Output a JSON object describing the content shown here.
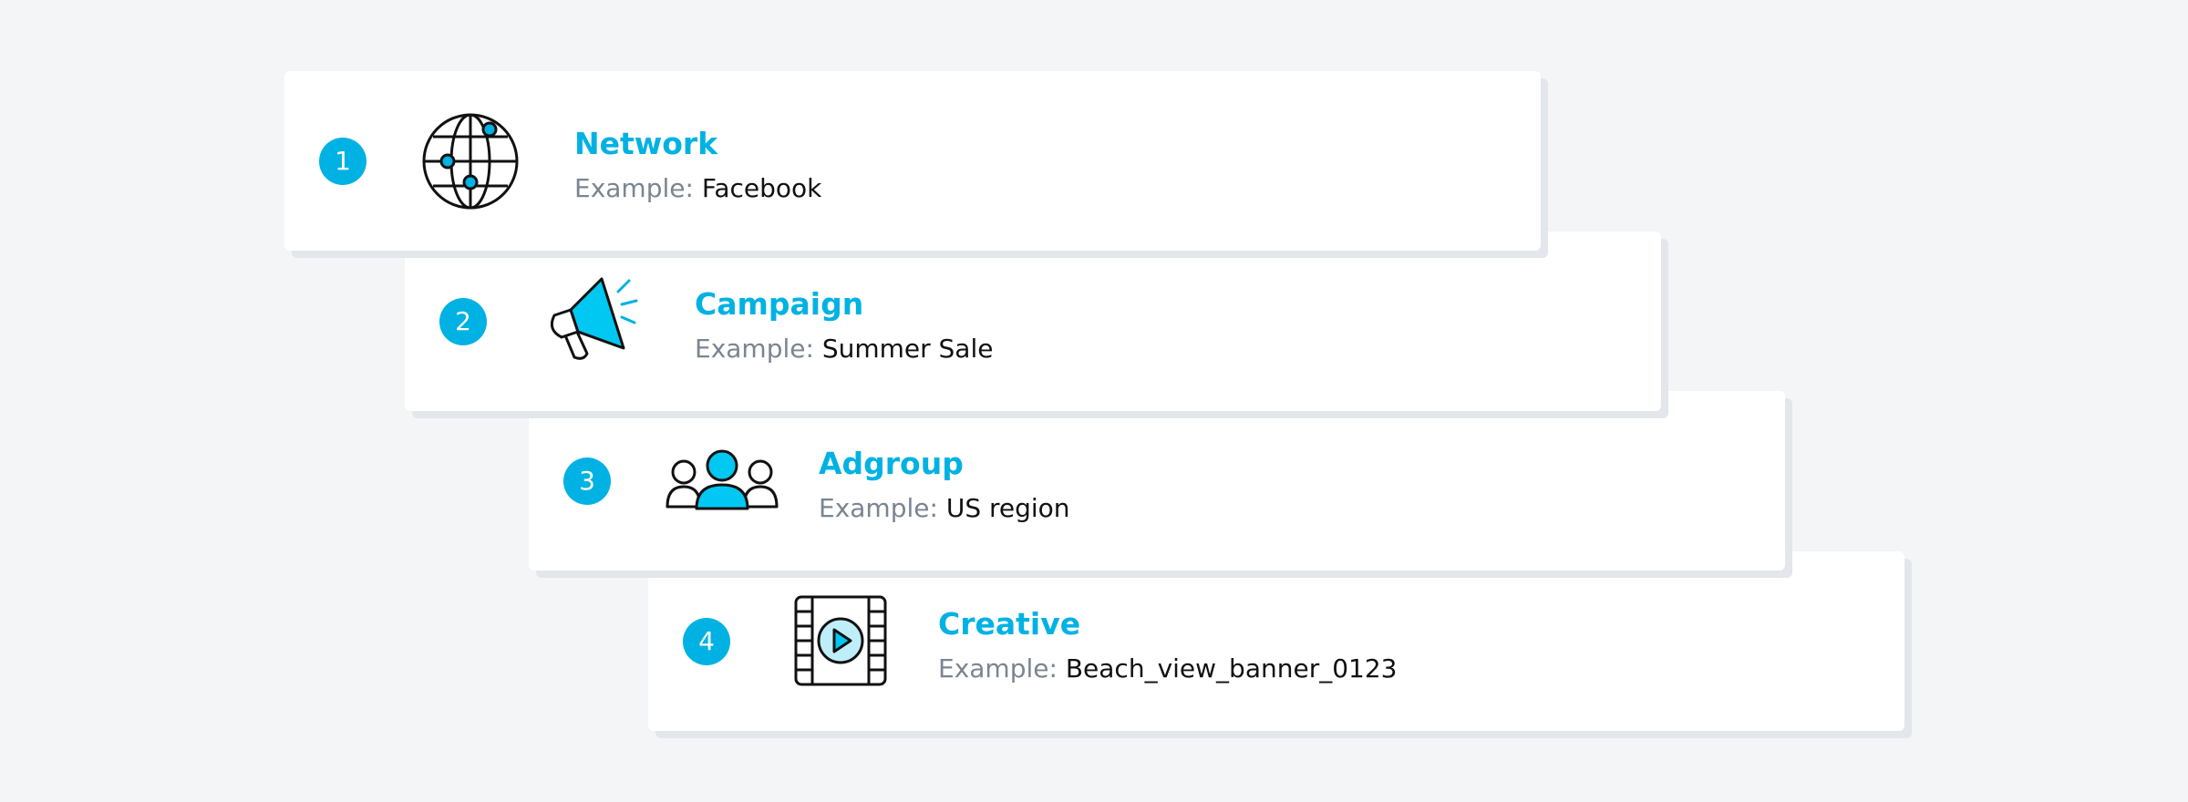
{
  "colors": {
    "accent": "#00b2e3",
    "muted": "#7a8592",
    "text": "#111111",
    "card": "#ffffff",
    "background": "#f4f5f7"
  },
  "levels": [
    {
      "step": "1",
      "name": "Network",
      "example_label": "Example:",
      "example_value": "Facebook",
      "icon": "globe-icon"
    },
    {
      "step": "2",
      "name": "Campaign",
      "example_label": "Example:",
      "example_value": "Summer Sale",
      "icon": "megaphone-icon"
    },
    {
      "step": "3",
      "name": "Adgroup",
      "example_label": "Example:",
      "example_value": "US region",
      "icon": "people-group-icon"
    },
    {
      "step": "4",
      "name": "Creative",
      "example_label": "Example:",
      "example_value": "Beach_view_banner_0123",
      "icon": "video-film-icon"
    }
  ]
}
